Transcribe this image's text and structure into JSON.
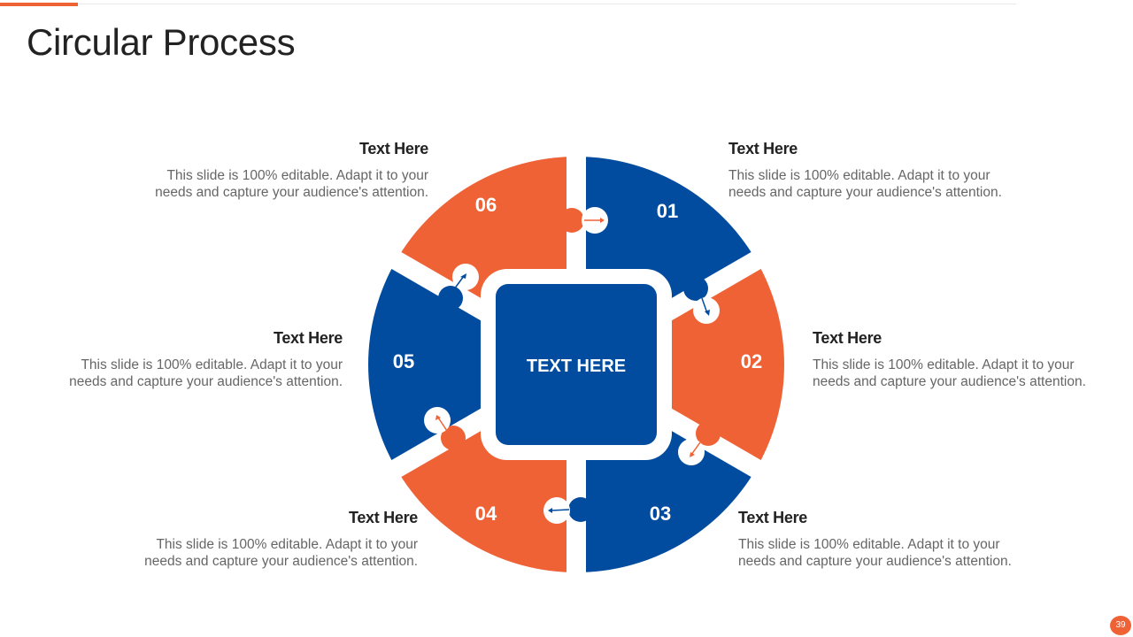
{
  "slide": {
    "title": "Circular Process",
    "page_number": "39"
  },
  "colors": {
    "orange": "#ef6236",
    "blue": "#024c9f",
    "text_dark": "#222222",
    "text_gray": "#666666"
  },
  "center": {
    "label": "TEXT HERE"
  },
  "segments": [
    {
      "number": "01",
      "color": "blue",
      "heading": "Text Here",
      "body_line1": "This slide is 100% editable. Adapt it to your",
      "body_line2": "needs and capture your audience's attention."
    },
    {
      "number": "02",
      "color": "orange",
      "heading": "Text Here",
      "body_line1": "This slide is 100% editable. Adapt it to your",
      "body_line2": "needs and capture your audience's attention."
    },
    {
      "number": "03",
      "color": "blue",
      "heading": "Text Here",
      "body_line1": "This slide is 100% editable. Adapt it to your",
      "body_line2": "needs and capture your audience's attention."
    },
    {
      "number": "04",
      "color": "orange",
      "heading": "Text Here",
      "body_line1": "This slide is 100% editable. Adapt it to your",
      "body_line2": "needs and capture your audience's attention."
    },
    {
      "number": "05",
      "color": "blue",
      "heading": "Text Here",
      "body_line1": "This slide is 100% editable. Adapt it to your",
      "body_line2": "needs and capture your audience's attention."
    },
    {
      "number": "06",
      "color": "orange",
      "heading": "Text Here",
      "body_line1": "This slide is 100% editable. Adapt it to your",
      "body_line2": "needs and capture your audience's attention."
    }
  ]
}
